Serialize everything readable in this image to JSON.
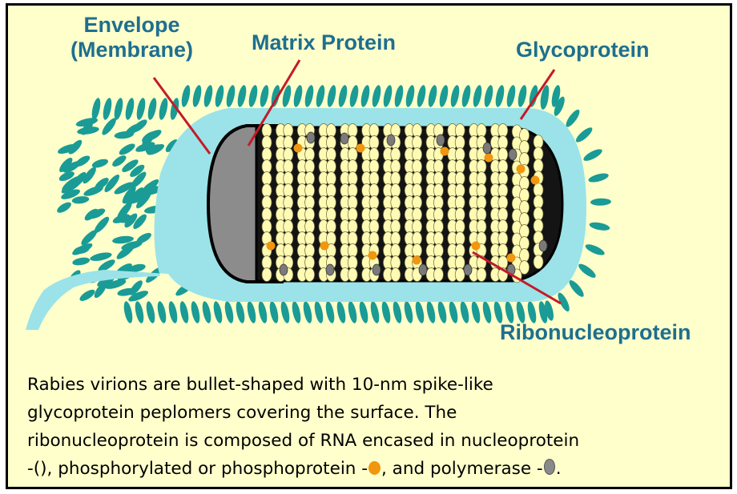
{
  "labels": {
    "envelope_line1": "Envelope",
    "envelope_line2": "(Membrane)",
    "matrix": "Matrix Protein",
    "glycoprotein": "Glycoprotein",
    "ribonucleoprotein": "Ribonucleoprotein"
  },
  "caption": {
    "line1": "Rabies virions are bullet-shaped with 10-nm spike-like",
    "line2": "glycoprotein peplomers covering the surface. The",
    "line3": "ribonucleoprotein is composed of RNA encased in nucleoprotein",
    "line4_part1": "-(), phosphorylated or phosphoprotein -",
    "line4_part2": ", and polymerase -",
    "line4_part3": "."
  },
  "colors": {
    "background": "#ffffcc",
    "spike": "#1a9b96",
    "envelope": "#9be3e8",
    "matrix_protein": "#8c8c8c",
    "nucleoprotein": "#fffab4",
    "phosphoprotein": "#f0960f",
    "polymerase": "#7a7a7a",
    "pointer": "#c41a2a",
    "label_text": "#1e6f8f"
  }
}
